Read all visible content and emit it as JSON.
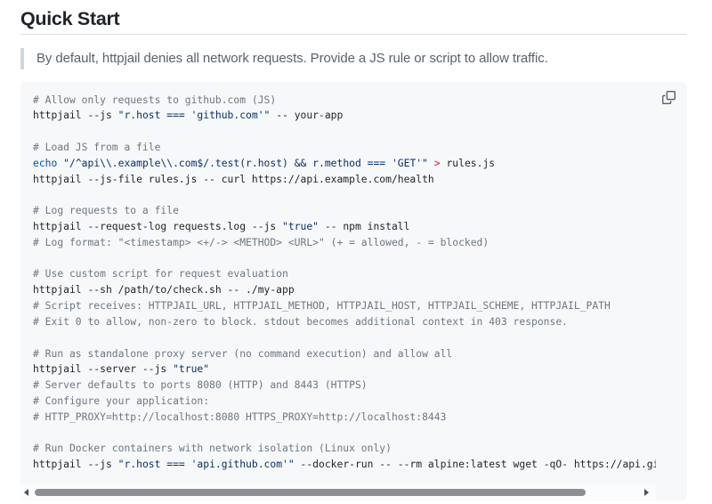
{
  "section": {
    "title": "Quick Start",
    "blockquote": "By default, httpjail denies all network requests. Provide a JS rule or script to allow traffic."
  },
  "code_block": {
    "language": "shell",
    "copy_icon": "copy-icon",
    "lines": [
      [
        [
          "c",
          "# Allow only requests to github.com (JS)"
        ]
      ],
      [
        [
          "p",
          "httpjail --js "
        ],
        [
          "s",
          "\"r.host === 'github.com'\""
        ],
        [
          "p",
          " -- your-app"
        ]
      ],
      [],
      [
        [
          "c",
          "# Load JS from a file"
        ]
      ],
      [
        [
          "b",
          "echo"
        ],
        [
          "p",
          " "
        ],
        [
          "s",
          "\"/^api\\\\.example\\\\.com$/.test(r.host) && r.method === 'GET'\""
        ],
        [
          "p",
          " "
        ],
        [
          "k",
          ">"
        ],
        [
          "p",
          " rules.js"
        ]
      ],
      [
        [
          "p",
          "httpjail --js-file rules.js -- curl https://api.example.com/health"
        ]
      ],
      [],
      [
        [
          "c",
          "# Log requests to a file"
        ]
      ],
      [
        [
          "p",
          "httpjail --request-log requests.log --js "
        ],
        [
          "s",
          "\"true\""
        ],
        [
          "p",
          " -- npm install"
        ]
      ],
      [
        [
          "c",
          "# Log format: \"<timestamp> <+/-> <METHOD> <URL>\" (+ = allowed, - = blocked)"
        ]
      ],
      [],
      [
        [
          "c",
          "# Use custom script for request evaluation"
        ]
      ],
      [
        [
          "p",
          "httpjail --sh /path/to/check.sh -- ./my-app"
        ]
      ],
      [
        [
          "c",
          "# Script receives: HTTPJAIL_URL, HTTPJAIL_METHOD, HTTPJAIL_HOST, HTTPJAIL_SCHEME, HTTPJAIL_PATH"
        ]
      ],
      [
        [
          "c",
          "# Exit 0 to allow, non-zero to block. stdout becomes additional context in 403 response."
        ]
      ],
      [],
      [
        [
          "c",
          "# Run as standalone proxy server (no command execution) and allow all"
        ]
      ],
      [
        [
          "p",
          "httpjail --server --js "
        ],
        [
          "s",
          "\"true\""
        ]
      ],
      [
        [
          "c",
          "# Server defaults to ports 8080 (HTTP) and 8443 (HTTPS)"
        ]
      ],
      [
        [
          "c",
          "# Configure your application:"
        ]
      ],
      [
        [
          "c",
          "# HTTP_PROXY=http://localhost:8080 HTTPS_PROXY=http://localhost:8443"
        ]
      ],
      [],
      [
        [
          "c",
          "# Run Docker containers with network isolation (Linux only)"
        ]
      ],
      [
        [
          "p",
          "httpjail --js "
        ],
        [
          "s",
          "\"r.host === 'api.github.com'\""
        ],
        [
          "p",
          " --docker-run -- --rm alpine:latest wget -qO- https://api.github.com"
        ]
      ]
    ]
  },
  "scrollbar": {
    "orientation": "horizontal",
    "thumb_left": 15.5,
    "thumb_width": 619
  },
  "colors": {
    "page_bg": "#ffffff",
    "heading_text": "#1f2328",
    "heading_rule": "#d8dee4",
    "blockquote_text": "#59636e",
    "blockquote_border": "#d0d7de",
    "code_bg": "#f6f8fa",
    "code_text": "#1f2328",
    "token_comment": "#6e7781",
    "token_string": "#0a3069",
    "token_builtin": "#0550ae",
    "token_operator": "#cf222e",
    "copy_icon": "#59636e",
    "scrollbar_thumb": "#8c8f94",
    "scrollbar_arrow": "#4c4f54"
  }
}
